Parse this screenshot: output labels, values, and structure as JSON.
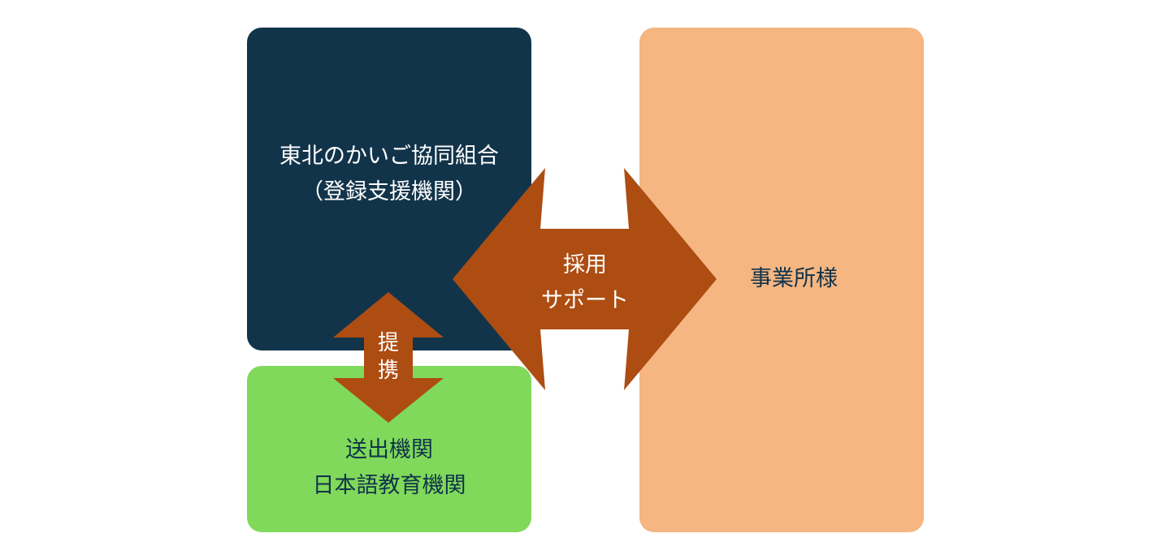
{
  "colors": {
    "union_box": "#12344a",
    "sending_box": "#80d95a",
    "business_box": "#f5b682",
    "arrow": "#ad4d12"
  },
  "union": {
    "line1": "東北のかいご協同組合",
    "line2": "（登録支援機関）"
  },
  "sending": {
    "line1": "送出機関",
    "line2": "日本語教育機関"
  },
  "business": {
    "label": "事業所様"
  },
  "support_arrow": {
    "line1": "採用",
    "line2": "サポート"
  },
  "partner_arrow": {
    "line1": "提",
    "line2": "携"
  }
}
